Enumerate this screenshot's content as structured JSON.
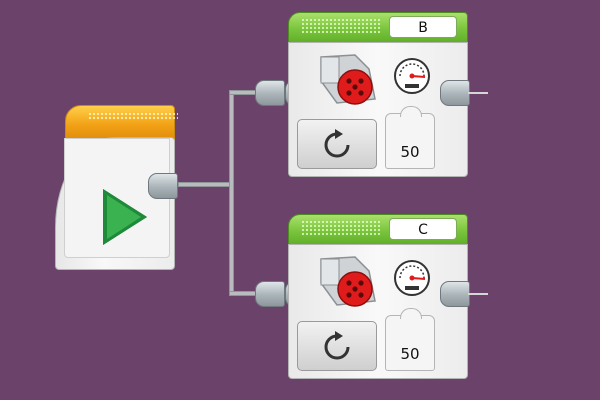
{
  "canvas": {
    "background": "#6b4269"
  },
  "start_block": {
    "icon": "play-icon",
    "color_cap": "#f2a216",
    "icon_color": "#1e8a3a"
  },
  "motor_blocks": [
    {
      "port": "B",
      "power": "50",
      "mode_icon": "rotate-icon",
      "motor_icon": "medium-motor-icon",
      "gauge_icon": "speed-gauge-icon",
      "header_color": "#79c43c"
    },
    {
      "port": "C",
      "power": "50",
      "mode_icon": "rotate-icon",
      "motor_icon": "medium-motor-icon",
      "gauge_icon": "speed-gauge-icon",
      "header_color": "#79c43c"
    }
  ]
}
